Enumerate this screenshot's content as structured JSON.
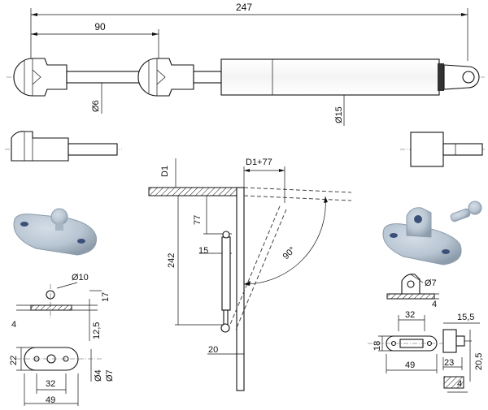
{
  "dimensions": {
    "overall_length": "247",
    "stroke_length": "90",
    "rod_diameter": "Ø6",
    "body_diameter": "Ø15",
    "d1": "D1",
    "d1_plus": "D1+77",
    "mount_77": "77",
    "mount_242": "242",
    "mount_15": "15",
    "mount_20": "20",
    "angle": "90°",
    "ball_diameter": "Ø10",
    "ball_height": "17",
    "ball_thickness": "4",
    "ball_offset": "12,5",
    "ball_width": "22",
    "ball_hole_pitch": "32",
    "ball_length": "49",
    "ball_hole_small": "Ø4",
    "ball_hole_large": "Ø7",
    "clevis_pin": "Ø7",
    "clevis_thickness": "4",
    "clevis_hole_pitch": "32",
    "clevis_width": "18",
    "clevis_length": "49",
    "clevis_offset": "15,5",
    "clevis_depth": "23",
    "clevis_height": "20,5",
    "clevis_base": "4"
  },
  "colors": {
    "line": "#111111",
    "part_fill": "#ffffff",
    "bracket_fill": "#b9c6d3",
    "bracket_shadow": "#8d9cab"
  }
}
